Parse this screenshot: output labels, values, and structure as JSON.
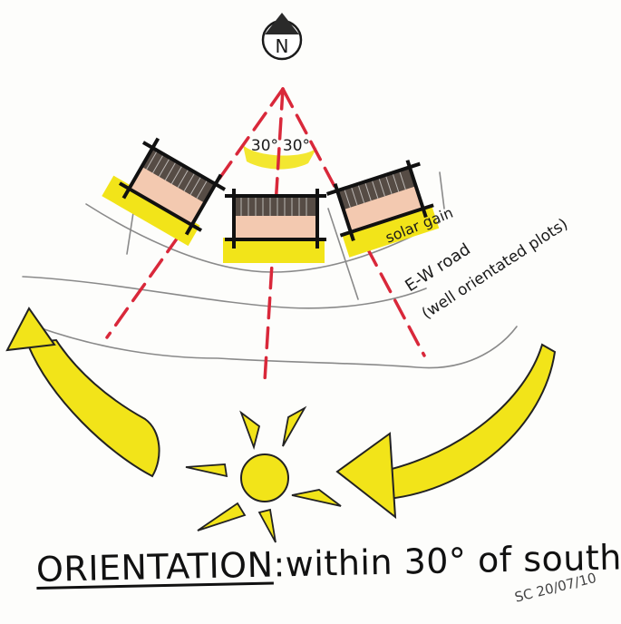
{
  "compass": {
    "letter": "N"
  },
  "angles": {
    "left": "30°",
    "right": "30°"
  },
  "labels": {
    "solar_gain": "solar gain",
    "road_line1": "E-W road",
    "road_line2": "(well orientated plots)"
  },
  "caption": {
    "lead": "ORIENTATION",
    "rest": ":within 30° of south."
  },
  "signature": "SC 20/07/10",
  "colors": {
    "ink": "#111111",
    "dashed_axis": "#d9283a",
    "sun": "#f2e419",
    "wall_fill": "#f3c9b0",
    "road_ink": "#8a8a8a"
  }
}
